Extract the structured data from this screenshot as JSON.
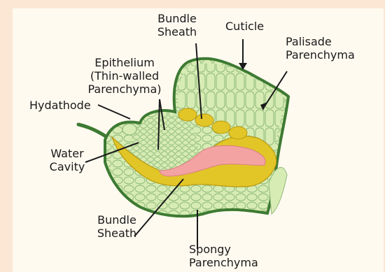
{
  "diagram": {
    "colors": {
      "background": "#fbe7d4",
      "panel": "#fffaf0",
      "tissue_fill": "#d7ecb4",
      "tissue_outline": "#3d7a32",
      "cell_lines": "#8fb97a",
      "bundle_sheath": "#e2c628",
      "xylem": "#f4a3a3"
    },
    "labels": {
      "bundle_sheath_top": "Bundle\nSheath",
      "cuticle": "Cuticle",
      "palisade": "Palisade\nParenchyma",
      "epithelium": "Epithelium\n(Thin-walled\nParenchyma)",
      "hydathode": "Hydathode",
      "water_cavity": "Water\nCavity",
      "bundle_sheath_bottom": "Bundle\nSheath",
      "spongy": "Spongy\nParenchyma"
    }
  }
}
